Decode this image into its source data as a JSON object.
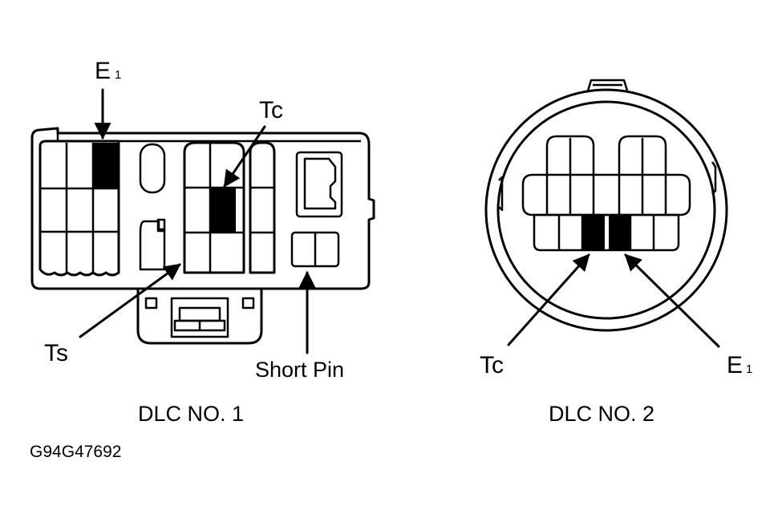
{
  "dlc1": {
    "caption": "DLC NO. 1",
    "labels": {
      "e1_main": "E",
      "e1_sub": "1",
      "tc": "Tc",
      "ts": "Ts",
      "short_pin": "Short Pin"
    }
  },
  "dlc2": {
    "caption": "DLC NO. 2",
    "labels": {
      "tc": "Tc",
      "e1_main": "E",
      "e1_sub": "1"
    }
  },
  "figure_code": "G94G47692"
}
